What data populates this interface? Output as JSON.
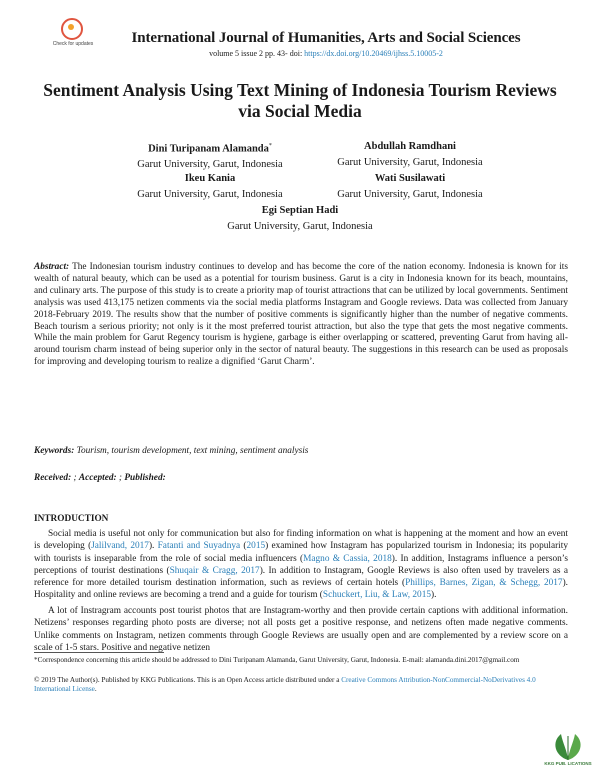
{
  "header": {
    "badge_text": "Check for updates",
    "journal": "International Journal of Humanities, Arts and Social Sciences",
    "volume_text": "volume 5 issue 2 pp. 43- doi: ",
    "doi_link": "https://dx.doi.org/10.20469/ijhss.5.10005-2"
  },
  "title": "Sentiment Analysis Using Text Mining of Indonesia Tourism Reviews via Social Media",
  "authors": [
    {
      "name": "Dini Turipanam Alamanda",
      "mark": "*",
      "affiliation": "Garut University, Garut, Indonesia"
    },
    {
      "name": "Abdullah Ramdhani",
      "mark": "",
      "affiliation": "Garut University, Garut, Indonesia"
    },
    {
      "name": "Ikeu Kania",
      "mark": "",
      "affiliation": "Garut University, Garut, Indonesia"
    },
    {
      "name": "Wati Susilawati",
      "mark": "",
      "affiliation": "Garut University, Garut, Indonesia"
    },
    {
      "name": "Egi Septian Hadi",
      "mark": "",
      "affiliation": "Garut University, Garut, Indonesia"
    }
  ],
  "abstract": {
    "label": "Abstract:",
    "text": "The Indonesian tourism industry continues to develop and has become the core of the nation economy. Indonesia is known for its wealth of natural beauty, which can be used as a potential for tourism business. Garut is a city in Indonesia known for its beach, mountains, and culinary arts. The purpose of this study is to create a priority map of tourist attractions that can be utilized by local governments. Sentiment analysis was used 413,175 netizen comments via the social media platforms Instagram and Google reviews. Data was collected from January 2018-February 2019. The results show that the number of positive comments is significantly higher than the number of negative comments. Beach tourism a serious priority; not only is it the most preferred tourist attraction, but also the type that gets the most negative comments. While the main problem for Garut Regency tourism is hygiene, garbage is either overlapping or scattered, preventing Garut from having all-around tourism charm instead of being superior only in the sector of natural beauty. The suggestions in this research can be used as proposals for improving and developing tourism to realize a dignified ‘Garut Charm’."
  },
  "keywords": {
    "label": "Keywords:",
    "text": "Tourism, tourism development, text mining, sentiment analysis"
  },
  "received": {
    "received_label": "Received:",
    "accepted_label": "Accepted:",
    "published_label": "Published:"
  },
  "intro": {
    "heading": "INTRODUCTION",
    "p1": {
      "a": "Social media is useful not only for communication but also for finding information on what is happening at the moment and how an event is developing (",
      "c1": "Jalilvand, 2017",
      "b": "). ",
      "c2": "Fatanti and Suyadnya",
      "c": " (",
      "c3": "2015",
      "d": ") examined how Instagram has popularized tourism in Indonesia; its popularity with tourists is inseparable from the role of social media influencers (",
      "c4": "Magno & Cassia, 2018",
      "e": "). In addition, Instagrams influence a person’s perceptions of tourist destinations (",
      "c5": "Shuqair & Cragg, 2017",
      "f": "). In addition to Instagram, Google Reviews is also often used by travelers as a reference for more detailed tourism destination information, such as reviews of certain hotels (",
      "c6": "Phillips, Barnes, Zigan, & Schegg, 2017",
      "g": "). Hospitality and online reviews are becoming a trend and a guide for tourism (",
      "c7": "Schuckert, Liu, & Law, 2015",
      "h": ")."
    },
    "p2": "A lot of Instragram accounts post tourist photos that are Instagram-worthy and then provide certain captions with additional information. Netizens’ responses regarding photo posts are diverse; not all posts get a positive response, and netizens often made negative comments.  Unlike comments on Instagram, netizen comments through Google Reviews are usually open and are complemented by a review score on a scale of 1-5 stars. Positive and negative netizen"
  },
  "footnotes": {
    "correspondence": "*Correspondence concerning this article should be addressed to Dini Turipanam Alamanda, Garut University, Garut, Indonesia. E-mail: alamanda.dini.2017@gmail.com",
    "copyright_text": "© 2019 The Author(s). Published by KKG Publications. This is an Open Access article distributed under a ",
    "license_link": "Creative Commons Attribution-NonCommercial-NoDerivatives 4.0 International License",
    "period": "."
  },
  "publisher_logo": "KKG PUB.  LICATIONS",
  "colors": {
    "link": "#2a7fb8",
    "badge_ring": "#e0553f",
    "logo_green": "#3a7a3a"
  }
}
